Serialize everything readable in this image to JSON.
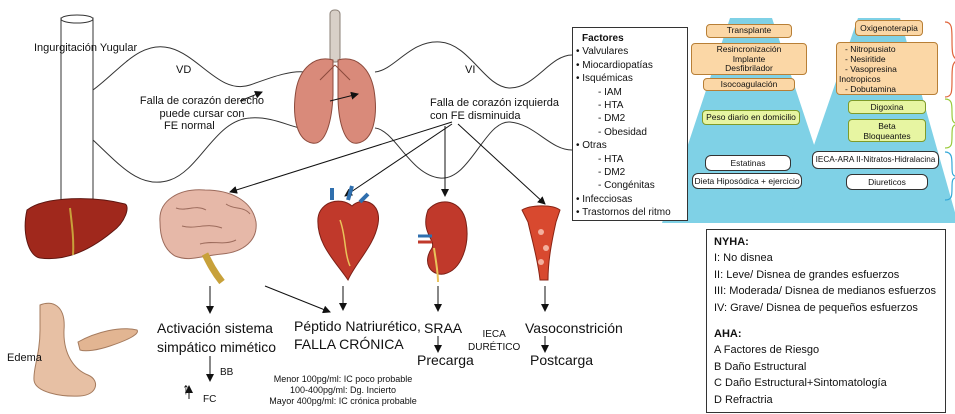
{
  "left": {
    "ingurgitacion": "Ingurgitación Yugular",
    "vd": "VD",
    "vi": "VI",
    "falla_derecho": [
      "Falla de corazón derecho",
      "puede cursar con",
      "FE normal"
    ],
    "falla_izquierda": [
      "Falla de corazón izquierda",
      "con FE disminuida"
    ],
    "edema": "Edema",
    "activacion": [
      "Activación sistema",
      "simpático mimético"
    ],
    "bb": "BB",
    "fc": "FC",
    "fc_arrow": "↑",
    "peptido": [
      "Péptido Natriurético,",
      "FALLA CRÓNICA"
    ],
    "peptido_levels": [
      "Menor 100pg/ml: IC poco probable",
      "100-400pg/ml: Dg. Incierto",
      "Mayor 400pg/ml: IC crónica probable"
    ],
    "sraa": "SRAA",
    "precarga": "Precarga",
    "ieca": [
      "IECA",
      "DURÉTICO"
    ],
    "vasoconstriccion": "Vasoconstrición",
    "postcarga": "Postcarga"
  },
  "factores": {
    "title": "Factores",
    "items": [
      {
        "text": "Valvulares",
        "level": 0
      },
      {
        "text": "Miocardiopatías",
        "level": 0
      },
      {
        "text": "Isquémicas",
        "level": 0
      },
      {
        "text": "IAM",
        "level": 1
      },
      {
        "text": "HTA",
        "level": 1
      },
      {
        "text": "DM2",
        "level": 1
      },
      {
        "text": "Obesidad",
        "level": 1
      },
      {
        "text": "Otras",
        "level": 0
      },
      {
        "text": "HTA",
        "level": 1
      },
      {
        "text": "DM2",
        "level": 1
      },
      {
        "text": "Congénitas",
        "level": 1
      },
      {
        "text": "Infecciosas",
        "level": 0
      },
      {
        "text": "Trastornos del ritmo",
        "level": 0
      }
    ]
  },
  "pyramid_left": {
    "transplante": "Transplante",
    "resincronizacion": [
      "Resincronización",
      "Implante",
      "Desfibrilador"
    ],
    "isocoagulacion": "Isocoagulación",
    "peso": "Peso diario en domicilio",
    "estatinas": "Estatinas",
    "dieta": "Dieta Hiposódica + ejercicio"
  },
  "pyramid_right": {
    "oxigenoterapia": "Oxigenoterapia",
    "drugs": [
      "- Nitropusiato",
      "- Nesiritide",
      "- Vasopresina",
      "Inotropicos",
      "- Dobutamina"
    ],
    "digoxina": "Digoxina",
    "beta": [
      "Beta",
      "Bloqueantes"
    ],
    "ieca_ara": "IECA-ARA II-Nitratos-Hidralacina",
    "diureticos": "Diureticos"
  },
  "nyha": {
    "title": "NYHA:",
    "classes": [
      "I: No disnea",
      "II: Leve/ Disnea de grandes esfuerzos",
      "III: Moderada/ Disnea de medianos esfuerzos",
      "IV: Grave/ Disnea de pequeños esfuerzos"
    ]
  },
  "aha": {
    "title": "AHA:",
    "stages": [
      "A Factores de Riesgo",
      "B Daño Estructural",
      "C Daño Estructural+Sintomatología",
      "D Refractria"
    ]
  },
  "colors": {
    "pyramid": "#7fd1e6",
    "orange_box": "#fbd7a6",
    "green_box": "#e7f5a2",
    "brace_red": "#e0653c",
    "brace_green": "#9acb3c",
    "brace_blue": "#35a8d8",
    "kidney": "#c0392b",
    "liver": "#a0281c"
  }
}
